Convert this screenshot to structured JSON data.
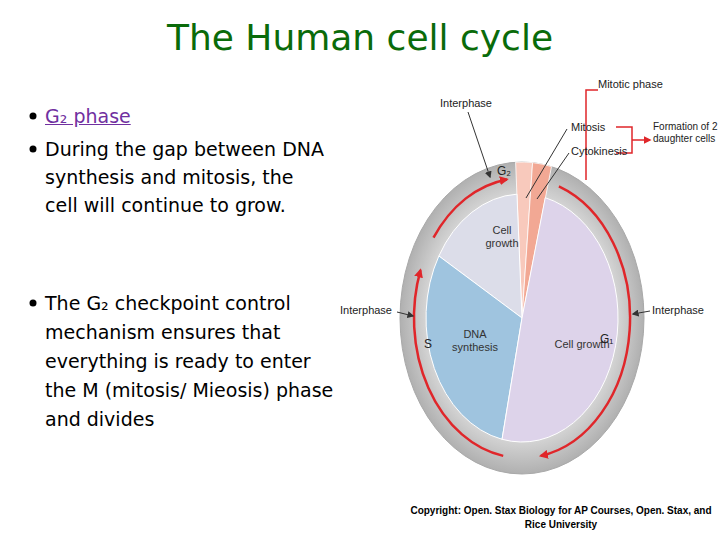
{
  "diagram": {
    "title": "The Human cell cycle",
    "nodes": [
      {
        "text": [
          "Cell growth"
        ]
      },
      {
        "text": [
          "DNA synthesis"
        ]
      },
      {
        "text": [
          "Cell growth"
        ]
      }
    ],
    "labels": [
      "G₂ phase",
      "During the gap between DNA synthesis and mitosis, the cell will continue to grow.",
      "The G₂ checkpoint control mechanism ensures that everything is ready to enter the M (mitosis/ Mieosis) phase and divides",
      "Interphase",
      "Mitotic phase",
      "Mitosis",
      "Cytokinesis",
      "Formation of 2 daughter cells",
      "G₂",
      "S",
      "G₁",
      "Interphase",
      "Interphase",
      "Copyright: Open. Stax Biology for AP Courses, Open. Stax, and Rice University"
    ]
  }
}
